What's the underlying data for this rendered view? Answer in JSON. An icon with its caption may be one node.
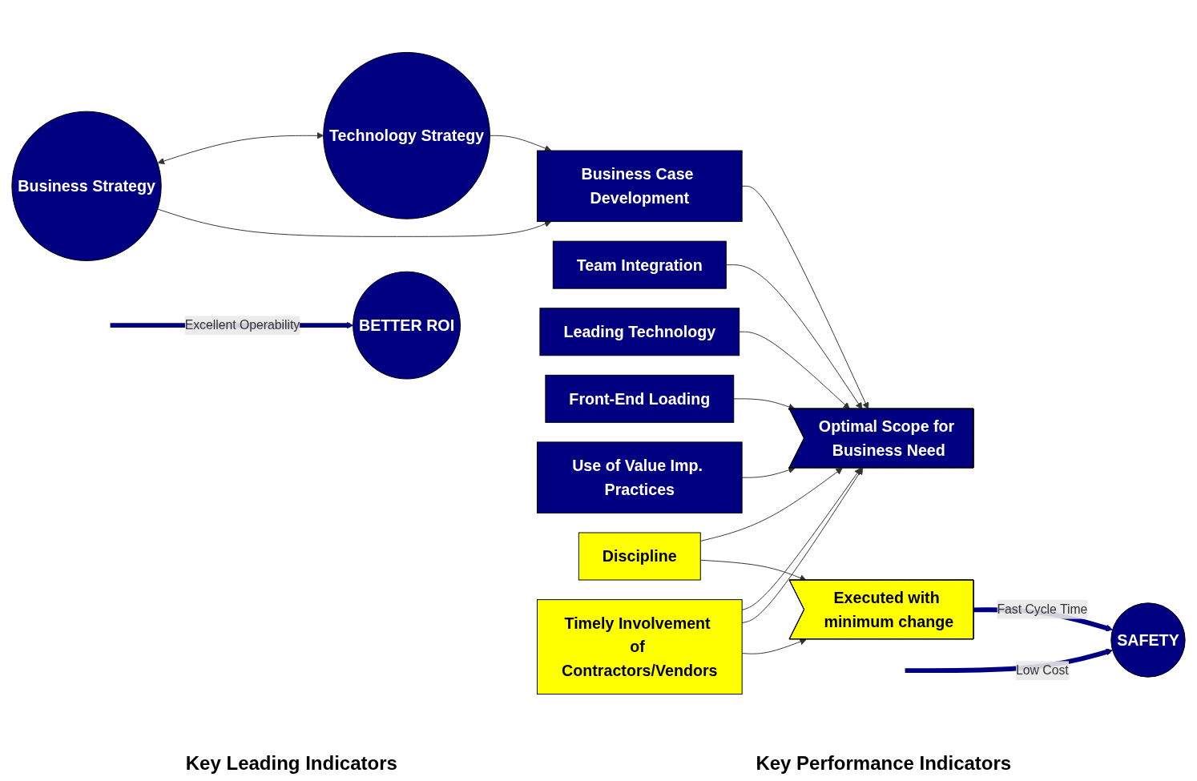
{
  "diagram": {
    "nodes": [
      {
        "text": [
          "Business Strategy"
        ]
      },
      {
        "text": [
          "Technology Strategy"
        ]
      },
      {
        "text": [
          "Business Case Development"
        ]
      },
      {
        "text": [
          "Team Integration"
        ]
      },
      {
        "text": [
          "Leading Technology"
        ]
      },
      {
        "text": [
          "Front-End Loading"
        ]
      },
      {
        "text": [
          "Use of Value Imp. Practices"
        ]
      },
      {
        "text": [
          "Discipline"
        ]
      },
      {
        "text": [
          "Optimal Scope for Business Need"
        ]
      },
      {
        "text": [
          "Executed with minimum change"
        ]
      },
      {
        "text": [
          "Timely Involvement of Contractors/Vendors"
        ]
      },
      {
        "text": [
          "SAFETY"
        ]
      },
      {
        "text": [
          "BETTER ROI"
        ]
      }
    ],
    "edges": [
      {
        "from": 0,
        "to": 1,
        "arrow": "both"
      },
      {
        "from": 0,
        "to": 2,
        "arrow": "to"
      },
      {
        "from": 1,
        "to": 2,
        "arrow": "to"
      },
      {
        "from": 2,
        "to": 8,
        "arrow": "to"
      },
      {
        "from": 3,
        "to": 8,
        "arrow": "to"
      },
      {
        "from": 4,
        "to": 8,
        "arrow": "to"
      },
      {
        "from": 5,
        "to": 8,
        "arrow": "to"
      },
      {
        "from": 6,
        "to": 8,
        "arrow": "to"
      },
      {
        "from": 7,
        "to": 8,
        "arrow": "to"
      },
      {
        "from": 7,
        "to": 9,
        "arrow": "to"
      },
      {
        "from": 10,
        "to": 8,
        "arrow": "to"
      },
      {
        "from": 10,
        "to": 8,
        "arrow": "to"
      },
      {
        "from": 10,
        "to": 9,
        "arrow": "to"
      },
      {
        "from": null,
        "to": 11,
        "arrow": "to",
        "label": "Low Cost",
        "style": "thick",
        "color": "#000080"
      },
      {
        "from": 9,
        "to": 11,
        "arrow": "to",
        "label": "Fast Cycle Time",
        "style": "thick",
        "color": "#000080"
      },
      {
        "from": null,
        "to": 12,
        "arrow": "to",
        "label": "Excellent Operability",
        "style": "thick",
        "color": "#000080"
      }
    ],
    "labels": [
      "Key Leading Indicators",
      "Key Performance Indicators"
    ]
  }
}
